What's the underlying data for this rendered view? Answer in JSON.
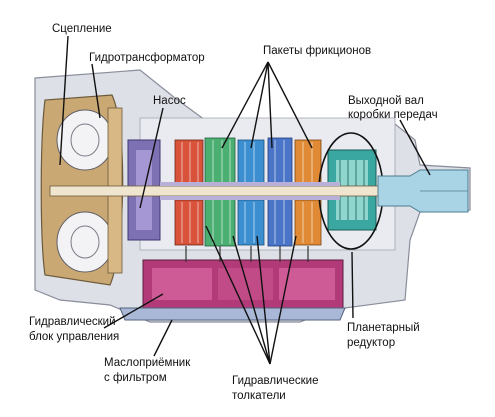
{
  "labels": {
    "clutch": "Сцепление",
    "torque_converter": "Гидротрансформатор",
    "pump": "Насос",
    "friction_packs": "Пакеты фрикционов",
    "output_shaft_line1": "Выходной вал",
    "output_shaft_line2": "коробки передач",
    "hydraulic_control_line1": "Гидравлический",
    "hydraulic_control_line2": "блок управления",
    "oil_intake_line1": "Маслоприёмник",
    "oil_intake_line2": "с фильтром",
    "hydraulic_pushers_line1": "Гидравлические",
    "hydraulic_pushers_line2": "толкатели",
    "planetary_line1": "Планетарный",
    "planetary_line2": "редуктор"
  },
  "colors": {
    "housing": "#d9dbe3",
    "housing_stroke": "#8a8d9a",
    "torque_converter_body": "#c8aa78",
    "converter_inner": "#f2f2f4",
    "pump": "#7a6fb0",
    "shaft": "#f0e6cf",
    "valve_body": "#b23a78",
    "oil_pan": "#a8b8d6",
    "friction_green": "#4caf72",
    "friction_red": "#d8533a",
    "friction_blue": "#4a74c8",
    "friction_orange": "#e08a35",
    "planetary": "#3aa8a0",
    "output_shaft": "#a9d4e6",
    "annotation": "#111111"
  }
}
